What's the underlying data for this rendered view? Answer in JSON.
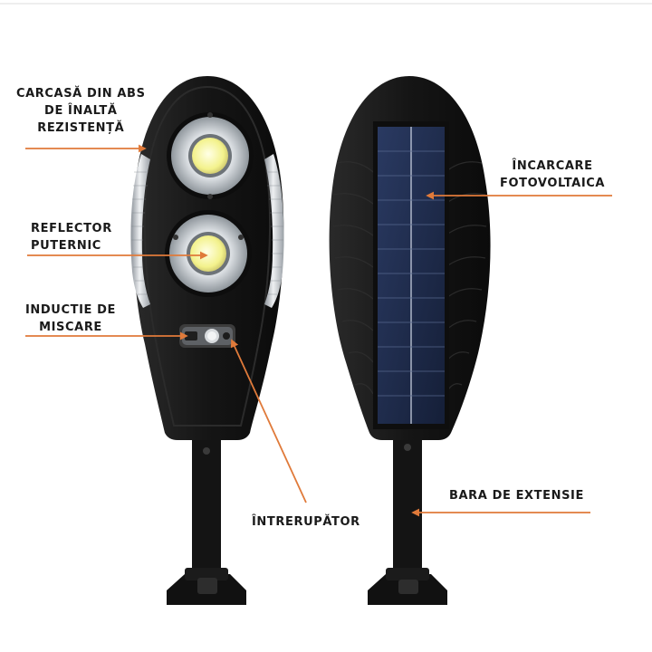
{
  "colors": {
    "background": "#ffffff",
    "body": "#141414",
    "arrow": "#e07a3a",
    "chrome": "#c8ccd0",
    "led": "#f3f28c",
    "panel": "#1d2a4a"
  },
  "labels": {
    "housing": [
      "CARCASĂ DIN ABS",
      "DE ÎNALTĂ",
      "REZISTENȚĂ"
    ],
    "reflector": [
      "REFLECTOR",
      "PUTERNIC"
    ],
    "motion": [
      "INDUCTIE DE",
      "MISCARE"
    ],
    "switch": [
      "ÎNTRERUPĂTOR"
    ],
    "charging": [
      "ÎNCARCARE",
      "FOTOVOLTAICA"
    ],
    "extension": [
      "BARA DE EXTENSIE"
    ]
  },
  "icons": {
    "arrow": "arrow-head-icon"
  }
}
